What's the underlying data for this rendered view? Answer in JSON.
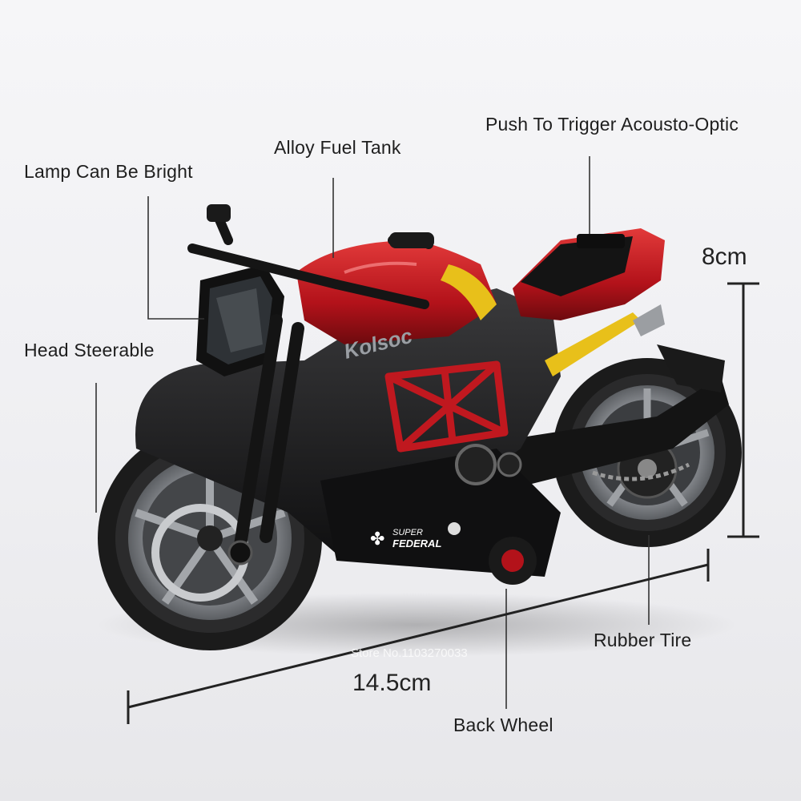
{
  "labels": {
    "push_trigger": "Push To Trigger Acousto-Optic",
    "fuel_tank": "Alloy Fuel Tank",
    "lamp": "Lamp Can Be Bright",
    "head": "Head Steerable",
    "rubber_tire": "Rubber Tire",
    "back_wheel": "Back Wheel"
  },
  "dimensions": {
    "height": "8cm",
    "length": "14.5cm"
  },
  "branding": {
    "bike_brand": "Kolsoc",
    "decal_line1": "SUPER",
    "decal_line2": "FEDERAL",
    "watermark": "Store No.1103270033"
  },
  "colors": {
    "body_black": "#151515",
    "accent_red": "#b3121a",
    "accent_yellow": "#e8c01a",
    "tire": "#1b1b1b",
    "rim": "#8e9196"
  },
  "icons": {
    "decal_logo": "cross-logo-icon"
  }
}
